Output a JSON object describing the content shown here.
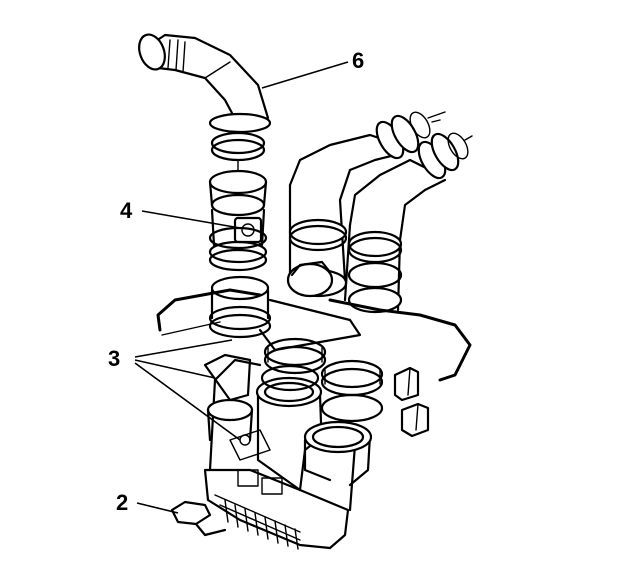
{
  "callouts": [
    {
      "id": "6",
      "label": "6"
    },
    {
      "id": "4",
      "label": "4"
    },
    {
      "id": "3",
      "label": "3"
    },
    {
      "id": "2",
      "label": "2"
    }
  ]
}
